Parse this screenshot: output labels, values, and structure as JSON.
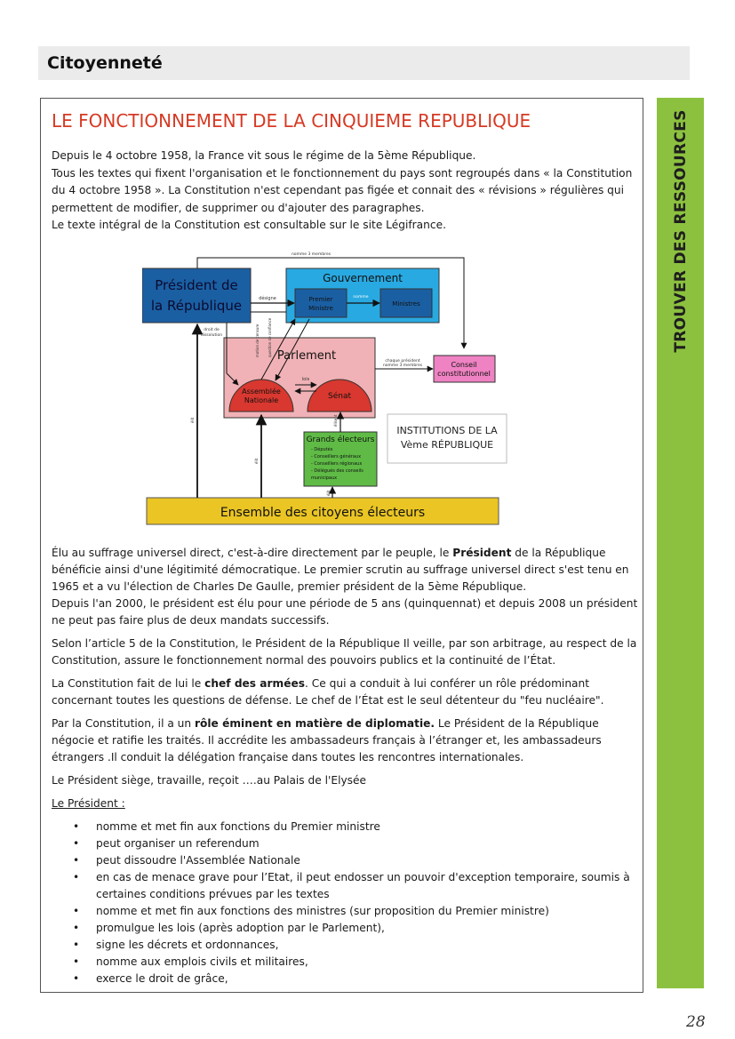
{
  "header": {
    "section_title": "Citoyenneté"
  },
  "side_tab": {
    "label": "TROUVER DES RESSOURCES",
    "color": "#8cc13f"
  },
  "main_title": "LE FONCTIONNEMENT DE LA CINQUIEME  REPUBLIQUE",
  "intro": [
    "Depuis le 4 octobre 1958, la France vit sous le régime de la 5ème République.",
    "Tous les textes qui fixent l'organisation et le fonctionnement du pays sont regroupés dans « la Constitution du 4 octobre 1958 ». La Constitution n'est cependant pas figée et connait des « révisions » régulières qui permettent de modifier, de supprimer ou d'ajouter des paragraphes.",
    "Le texte intégral de la Constitution est consultable sur le site Légifrance."
  ],
  "diagram": {
    "president": [
      "Président de",
      "la République"
    ],
    "gouvernement": "Gouvernement",
    "premier_ministre": [
      "Premier",
      "Ministre"
    ],
    "ministres": "Ministres",
    "parlement": "Parlement",
    "assemblee": [
      "Assemblée",
      "Nationale"
    ],
    "senat": "Sénat",
    "conseil": [
      "Conseil",
      "constitutionnel"
    ],
    "grands_electeurs_title": "Grands électeurs",
    "grands_electeurs_items": [
      "- Députés",
      "- Conseillers généraux",
      "- Conseillers régionaux",
      "- Délégués des conseils",
      "  municipaux"
    ],
    "institutions_caption": [
      "INSTITUTIONS DE LA",
      "Vème RÉPUBLIQUE"
    ],
    "citoyens": "Ensemble des citoyens électeurs",
    "label_nomme_3": "nomme 3 membres",
    "label_designe": "désigne",
    "label_nomme": "nomme",
    "label_droit_dissolution": [
      "droit de",
      "dissolution"
    ],
    "label_motion_censure": "motion de censure",
    "label_question": "question de confiance",
    "label_lois": "lois",
    "label_chaque_president": [
      "chaque président",
      "nomme 3 membres"
    ],
    "label_elit": "élit",
    "label_elisent": "élisent",
    "colors": {
      "president_fill": "#1b5fa3",
      "gouvernement_fill": "#29a9e1",
      "ministers_fill": "#1b5fa3",
      "parlement_fill": "#f0b2b6",
      "chamber_fill": "#d8382f",
      "conseil_fill": "#ee82c2",
      "grands_electeurs_fill": "#5fbb46",
      "citoyens_fill": "#eac524"
    }
  },
  "body": {
    "p1": {
      "before": "Élu au suffrage universel direct, c'est-à-dire directement  par le peuple, le ",
      "bold": "Président",
      "after": " de la République bénéficie ainsi d'une légitimité démocratique. Le premier scrutin au suffrage universel direct s'est tenu  en 1965 et a vu  l'élection de Charles De Gaulle, premier président de la 5ème République.",
      "line2": "Depuis l'an 2000, le président est élu pour une période de 5 ans (quinquennat) et depuis 2008 un président ne peut pas faire plus de  deux mandats successifs."
    },
    "p2": "Selon l’article 5 de la Constitution, le Président de la République Il veille, par son arbitrage, au respect de la Constitution, assure le fonctionnement normal des pouvoirs publics et la continuité de l’État.",
    "p3": {
      "before": "La Constitution fait de lui le ",
      "bold": "chef des armées",
      "after": ". Ce qui a conduit à lui conférer un rôle prédominant concernant toutes les questions de défense. Le chef de l’État est le seul détenteur du \"feu nucléaire\"."
    },
    "p4": {
      "before": "Par la Constitution, il a un ",
      "bold": "rôle éminent en matière de diplomatie.",
      "after": " Le Président de la République négocie et ratifie les traités. Il accrédite les ambassadeurs français à l’étranger et, les ambassadeurs étrangers .Il conduit la délégation française dans toutes les rencontres internationales."
    },
    "p5": "Le Président siège, travaille, reçoit ….au Palais de l'Elysée",
    "list_title": "Le Président :",
    "bullet": "•",
    "list": [
      "nomme et met fin aux fonctions du Premier ministre",
      "peut organiser un referendum",
      "peut dissoudre l'Assemblée Nationale",
      "en cas de menace grave pour l’Etat, il peut endosser un pouvoir d'exception temporaire,  soumis à certaines conditions prévues par les textes",
      "nomme et met fin aux fonctions des ministres (sur proposition du Premier ministre)",
      "promulgue les lois (après adoption par le Parlement),",
      "signe les décrets et ordonnances,",
      "nomme aux emplois civils et militaires,",
      "exerce le droit de grâce,"
    ]
  },
  "page_number": "28"
}
